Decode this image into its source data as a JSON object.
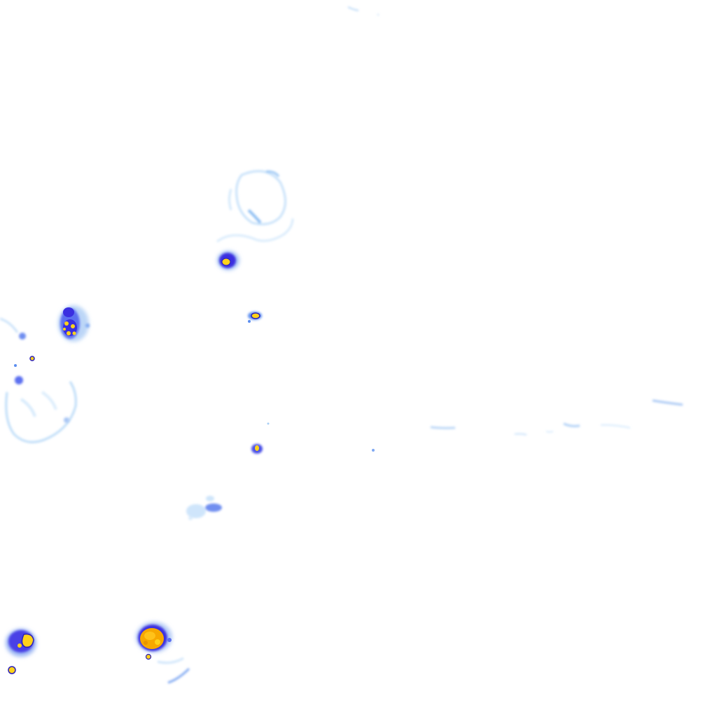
{
  "image": {
    "kind": "pseudocolor fluorescence micrograph",
    "background_color": "#ffffff",
    "colormap": [
      "#dceeff",
      "#a9d0f5",
      "#5c8ef0",
      "#3a2fe0",
      "#2a1fb8",
      "#ffd21a",
      "#f7a800"
    ],
    "features": [
      {
        "label": "cell-outline-faint"
      },
      {
        "label": "bright-cell"
      },
      {
        "label": "bright-cell-cluster"
      },
      {
        "label": "nucleus-spot"
      },
      {
        "label": "debris-speck"
      },
      {
        "label": "hot-cell-orange"
      }
    ]
  }
}
